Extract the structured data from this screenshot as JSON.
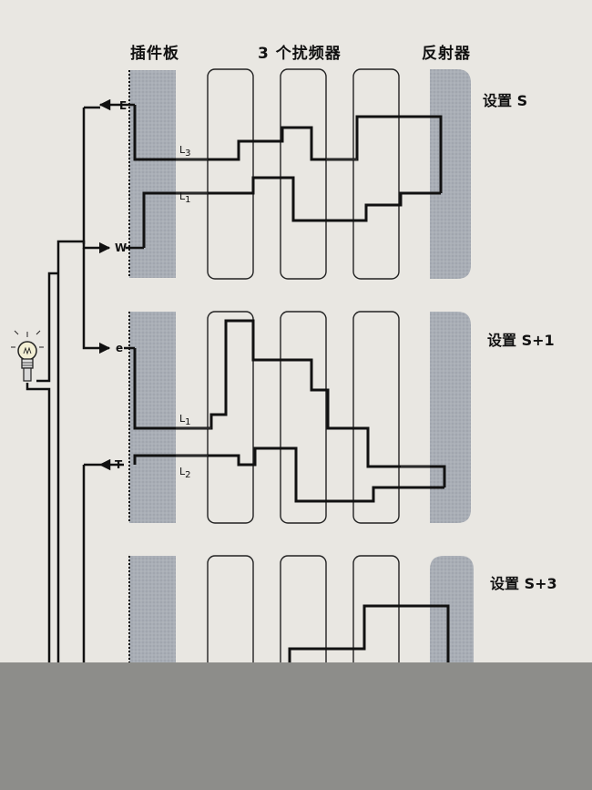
{
  "headers": {
    "plugboard": "插件板",
    "scramblers": "3 个扰频器",
    "reflector": "反射器"
  },
  "configs": [
    {
      "label": "设置 S"
    },
    {
      "label": "设置 S+1"
    },
    {
      "label": "设置 S+3"
    }
  ],
  "ports": {
    "E": "E",
    "W": "W",
    "e": "e",
    "T": "T"
  },
  "line_labels": {
    "L3": {
      "base": "L",
      "sub": "3"
    },
    "L1a": {
      "base": "L",
      "sub": "1"
    },
    "L1b": {
      "base": "L",
      "sub": "1"
    },
    "L2": {
      "base": "L",
      "sub": "2"
    }
  },
  "icons": {
    "bulb": "lightbulb-icon"
  },
  "colors": {
    "paper": "#e9e7e2",
    "ink": "#111111",
    "shade": "#a9aeb6",
    "bottom_band": "#8d8d8a"
  }
}
